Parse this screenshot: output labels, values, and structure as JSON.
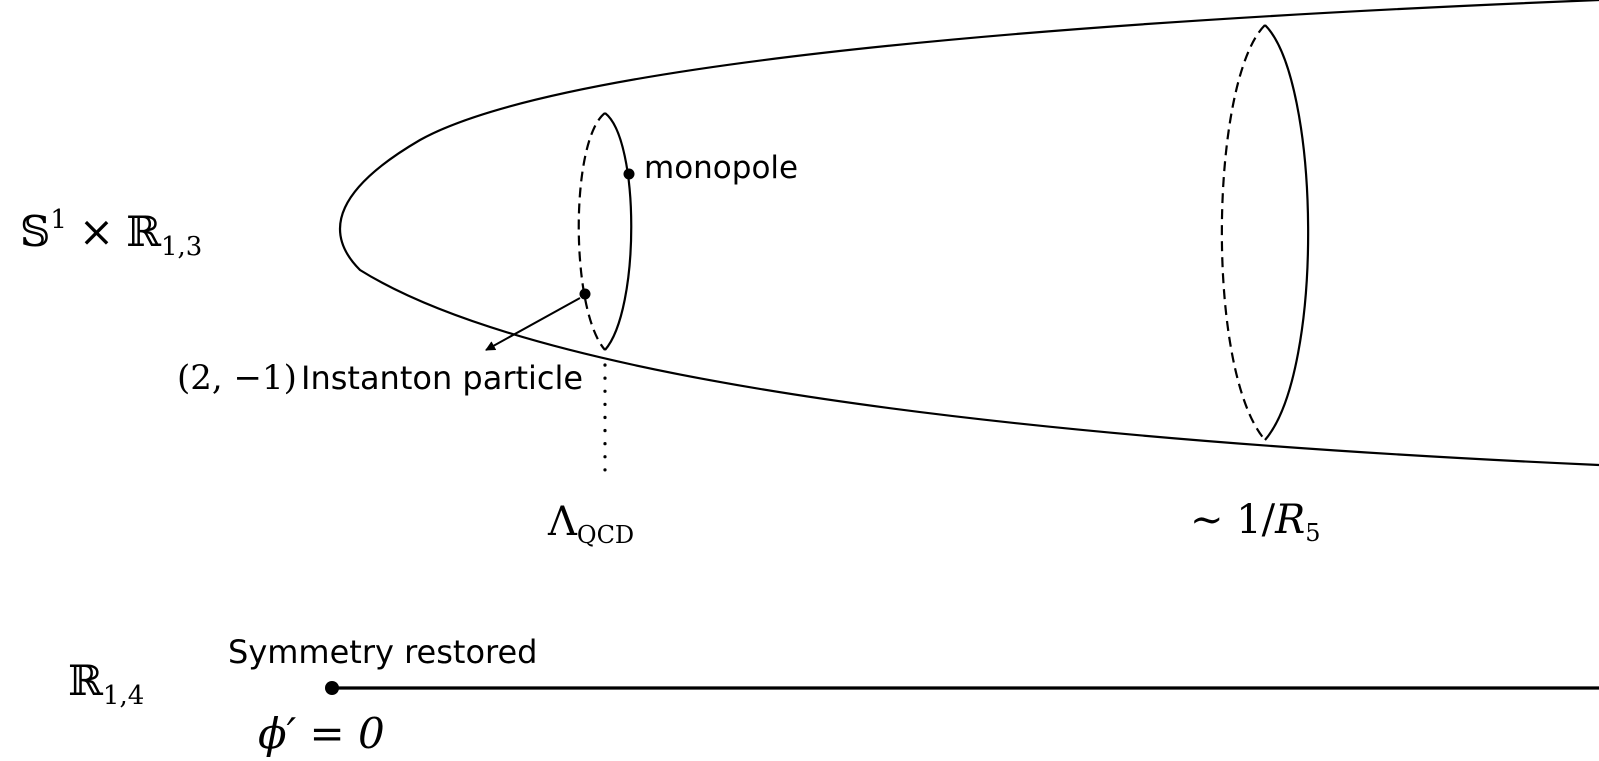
{
  "upper_space": {
    "symbol": "𝕊",
    "symbol_superscript": "1",
    "times": "×",
    "rhs_base": "ℝ",
    "rhs_subscript": "1,3"
  },
  "monopole_label": "monopole",
  "instanton": {
    "charge": "(2, −1)",
    "label": "Instanton particle"
  },
  "lambda": {
    "base": "Λ",
    "subscript": "QCD"
  },
  "radius": {
    "prefix": "∼ 1/",
    "symbol": "R",
    "subscript": "5"
  },
  "lower_space": {
    "base": "ℝ",
    "subscript": "1,4"
  },
  "symmetry_label": "Symmetry restored",
  "phi_condition": "ϕ′ = 0"
}
